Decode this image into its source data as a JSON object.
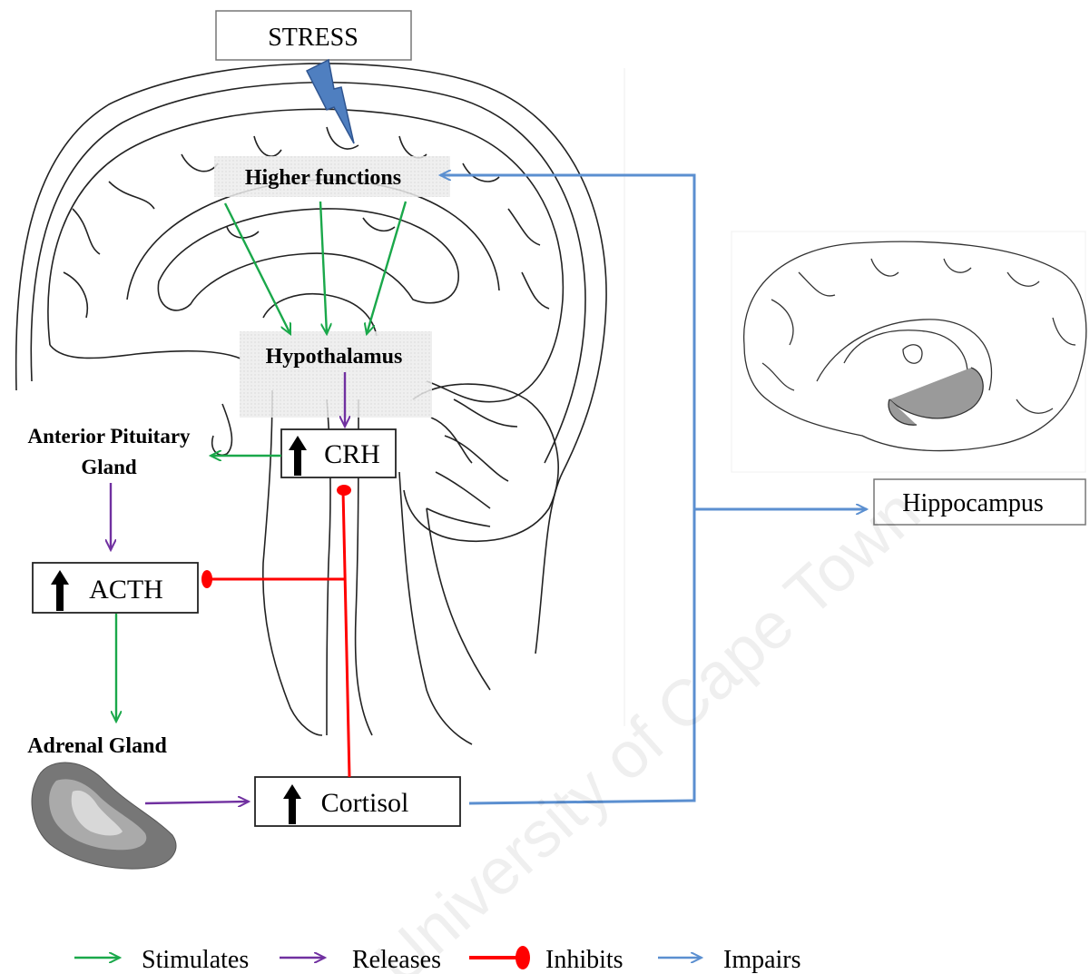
{
  "nodes": {
    "stress": "STRESS",
    "higher_functions": "Higher functions",
    "hypothalamus": "Hypothalamus",
    "crh": "CRH",
    "anterior_pituitary_line1": "Anterior Pituitary",
    "anterior_pituitary_line2": "Gland",
    "acth": "ACTH",
    "adrenal_gland": "Adrenal Gland",
    "cortisol": "Cortisol",
    "hippocampus": "Hippocampus"
  },
  "legend": {
    "stimulates": "Stimulates",
    "releases": "Releases",
    "inhibits": "Inhibits",
    "impairs": "Impairs"
  },
  "watermark": "University of Cape Town",
  "colors": {
    "stimulates": "#1aa84a",
    "releases": "#7030a0",
    "inhibits": "#ff0000",
    "impairs": "#5b8fd0",
    "stress_bolt": "#4f7fc0"
  }
}
